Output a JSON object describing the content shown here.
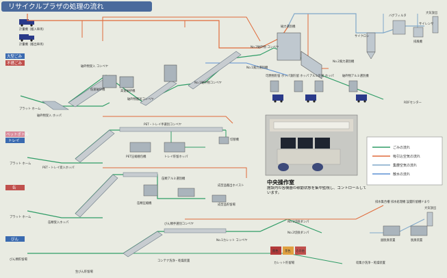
{
  "title": "リサイクルプラザの処理の流れ",
  "colors": {
    "title_bg": "#4a6a9c",
    "bg": "#e9ebe2",
    "trash": "#2f9c66",
    "suction": "#e06a3a",
    "cycle": "#7fa7c9",
    "water": "#5a8fd3",
    "equip": "#8a9aa6",
    "tag_blue": "#3a6ab0",
    "tag_red": "#c0504d",
    "tag_pink": "#d98a9a"
  },
  "row_tags": {
    "large": "大型ごみ",
    "burnable": "不燃ごみ",
    "pet": "ペットボトル",
    "tray": "トレイ",
    "can": "缶",
    "bottle": "びん"
  },
  "truck_labels": {
    "t1": "計量機（搬入車両）",
    "t2": "計量機（搬出車両）"
  },
  "labels": {
    "platform": "プラット\nホーム",
    "receive_pit": "破砕物受入\nホッパ",
    "receive_conv": "破砕物受入\nコンベヤ",
    "low_crusher": "低速破砕機",
    "high_crusher": "高速破砕機",
    "crusher_conv": "破砕物搬送コンベヤ",
    "no1_conv": "No.1破砕物コンベヤ",
    "no2_conv": "No.2破砕物\nコンベヤ",
    "no1_wind": "No.1風力選別機",
    "no2_wind": "No.2風力選別機",
    "mag_sep": "磁力選別機",
    "bag_filter": "バグフィルタ",
    "cyclone": "サイクロン",
    "silencer": "サイレンサ",
    "exhaust": "大気放出",
    "blower": "排風機",
    "burn_hopper": "可燃物貯留\nホッパ",
    "iron_hopper": "鉄貯留\nホッパ",
    "alu_hopper": "アルミ貯留\nホッパ",
    "alu_sep": "破砕物アルミ選別機",
    "rdf": "RDFセンター",
    "pet_conv": "PET・トレイ手選別コンベヤ",
    "pet_receive": "PET・トレイ受入ホッパ",
    "pet_press": "PET圧縮梱包機",
    "tray_hopper": "トレイ貯留ホッパ",
    "tray_machine": "切替機",
    "can_receive": "缶類受入ホッパ",
    "can_press": "缶類圧縮機",
    "can_alu": "缶類アルミ選別機",
    "press_products": "成型品搬出ホイスト",
    "press_yard": "成型品貯留場",
    "bottle_hand": "びん類手選別コンベヤ",
    "bottle_conv": "No.1カレット\nコンベヤ",
    "bottle_receive": "びん類貯留場",
    "container": "コンテナ洗浄・乾燥装置",
    "cullet_yard": "カレット貯留場",
    "damper1": "No.1切換ダンパ",
    "damper2": "No.2切換ダンパ",
    "collector": "収集か洗浄・乾燥装置",
    "deodor": "脱臭装置",
    "bio": "生びん貯留場"
  },
  "legend": {
    "items": [
      {
        "label": "ごみの流れ",
        "color": "#2f9c66"
      },
      {
        "label": "吸引込空気の流れ",
        "color": "#e06a3a"
      },
      {
        "label": "集塵空気の流れ",
        "color": "#7fa7c9"
      },
      {
        "label": "散水の流れ",
        "color": "#5a8fd3"
      }
    ]
  },
  "control_room": {
    "title": "中央操作室",
    "caption": "施設内の各機器の稼動状態を集中監視し、コントロールしています。"
  },
  "right_notes": {
    "note1": "排水集合槽\n排水処理機\n設置貯留槽ドまり",
    "deodor_unit": "脱臭装置",
    "exhaust2": "大気放出",
    "deodor_label": "副脱臭装置"
  },
  "bottle_bins": {
    "white": "無色",
    "brown": "茶色",
    "other": "その他"
  }
}
